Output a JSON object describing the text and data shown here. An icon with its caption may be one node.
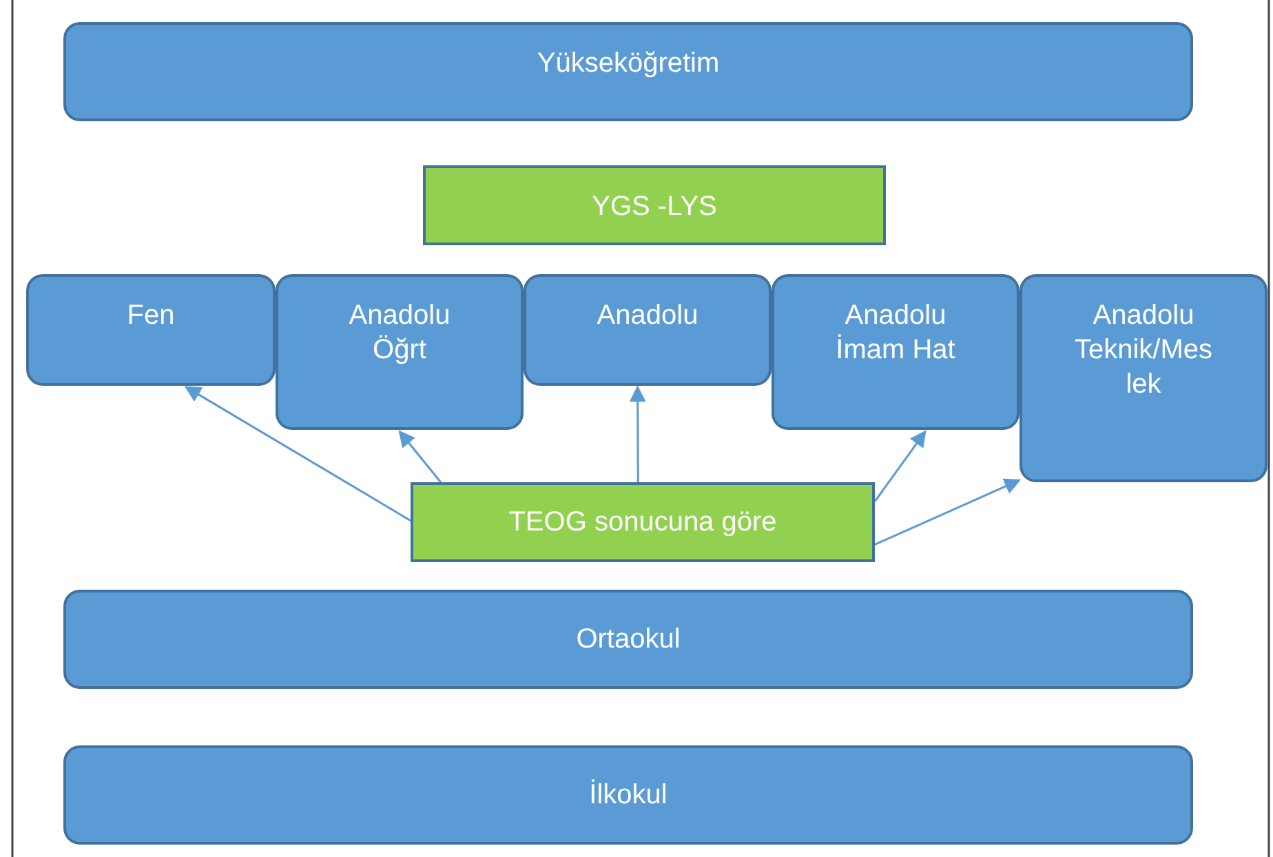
{
  "diagram": {
    "nodes": [
      {
        "text": [
          "Yükseköğretim"
        ]
      },
      {
        "text": [
          "YGS -LYS"
        ]
      },
      {
        "text": [
          "Fen"
        ]
      },
      {
        "text": [
          "Anadolu Öğrt"
        ]
      },
      {
        "text": [
          "Anadolu"
        ]
      },
      {
        "text": [
          "Anadolu İmam Hat"
        ]
      },
      {
        "text": [
          "Anadolu Teknik/Mes lek"
        ]
      },
      {
        "text": [
          "TEOG sonucuna göre"
        ]
      },
      {
        "text": [
          "Ortaokul"
        ]
      },
      {
        "text": [
          "İlkokul"
        ]
      }
    ],
    "edges": [
      {
        "from": 7,
        "to": 2,
        "arrow": "to"
      },
      {
        "from": 7,
        "to": 3,
        "arrow": "to"
      },
      {
        "from": 7,
        "to": 4,
        "arrow": "to"
      },
      {
        "from": 7,
        "to": 5,
        "arrow": "to"
      },
      {
        "from": 7,
        "to": 6,
        "arrow": "to"
      }
    ]
  }
}
